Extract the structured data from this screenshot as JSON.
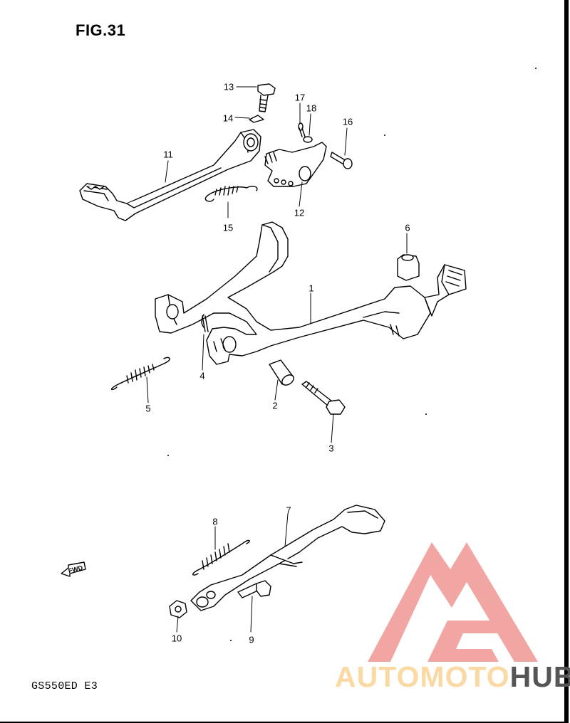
{
  "figure": {
    "title": "FIG.31",
    "model": "GS550ED E3"
  },
  "fwd_label": "FWD",
  "parts": [
    {
      "ref": "1"
    },
    {
      "ref": "2"
    },
    {
      "ref": "3"
    },
    {
      "ref": "4"
    },
    {
      "ref": "5"
    },
    {
      "ref": "6"
    },
    {
      "ref": "7"
    },
    {
      "ref": "8"
    },
    {
      "ref": "9"
    },
    {
      "ref": "10"
    },
    {
      "ref": "11"
    },
    {
      "ref": "12"
    },
    {
      "ref": "13"
    },
    {
      "ref": "14"
    },
    {
      "ref": "15"
    },
    {
      "ref": "16"
    },
    {
      "ref": "17"
    },
    {
      "ref": "18"
    }
  ],
  "watermark": {
    "word_part1": "AUTOMOTO",
    "word_part2": "HUB",
    "color_primary": "#f2a6a4",
    "color_secondary": "#fbd9a4",
    "color_dark": "#555555"
  }
}
